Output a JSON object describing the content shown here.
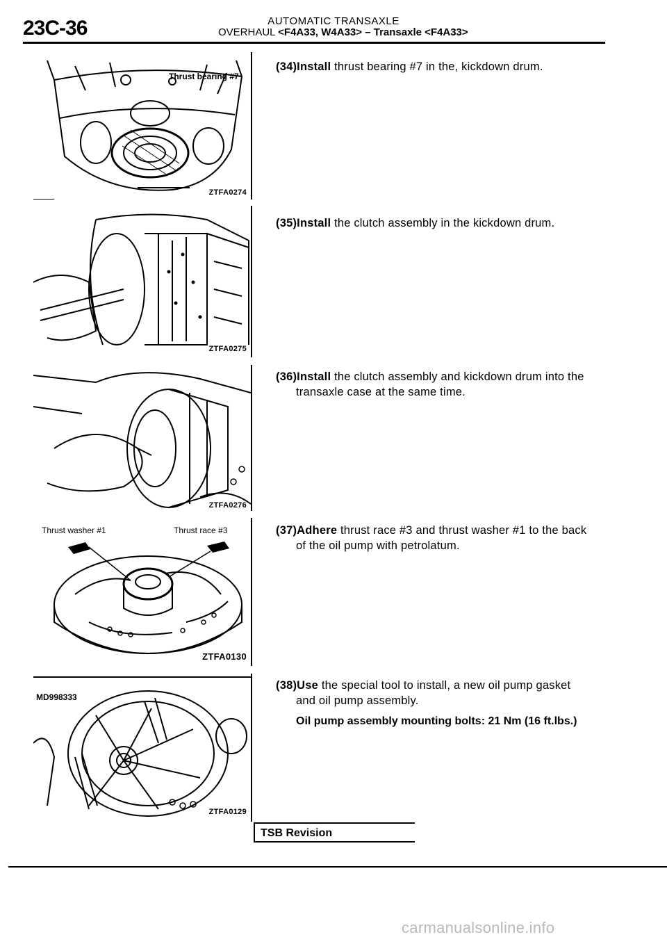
{
  "header": {
    "page_number": "23C-36",
    "title": "AUTOMATIC TRANSAXLE",
    "subtitle_prefix": "OVERHAUL ",
    "subtitle_models": "<F4A33, W4A33>",
    "subtitle_dash": " – ",
    "subtitle_section": "Transaxle <F4A33>"
  },
  "figures": [
    {
      "code": "ZTFA0274",
      "labels": [
        "Thrust bearing #7"
      ]
    },
    {
      "code": "ZTFA0275",
      "labels": []
    },
    {
      "code": "ZTFA0276",
      "labels": []
    },
    {
      "code": "ZTFA0130",
      "labels": [
        "Thrust washer #1",
        "Thrust race #3"
      ]
    },
    {
      "code": "ZTFA0129",
      "labels": [
        "MD998333"
      ]
    }
  ],
  "steps": [
    {
      "num": "(34)",
      "verb": "Install",
      "text": " thrust bearing #7 in the, kickdown drum."
    },
    {
      "num": "(35)",
      "verb": "Install",
      "text": " the clutch assembly in the kickdown drum."
    },
    {
      "num": "(36)",
      "verb": "Install",
      "text": " the clutch assembly and kickdown drum into the",
      "cont": "transaxle case at the same time."
    },
    {
      "num": "(37)",
      "verb": "Adhere",
      "text": " thrust race #3 and thrust washer #1 to the back",
      "cont": "of the oil pump with petrolatum."
    },
    {
      "num": "(38)",
      "verb": "Use",
      "text": " the special tool to install, a new oil pump gasket",
      "cont": "and oil pump assembly."
    }
  ],
  "spec": "Oil pump assembly mounting bolts: 21 Nm (16 ft.lbs.)",
  "footer": {
    "tsb": "TSB Revision",
    "watermark": "carmanualsonline.info"
  }
}
